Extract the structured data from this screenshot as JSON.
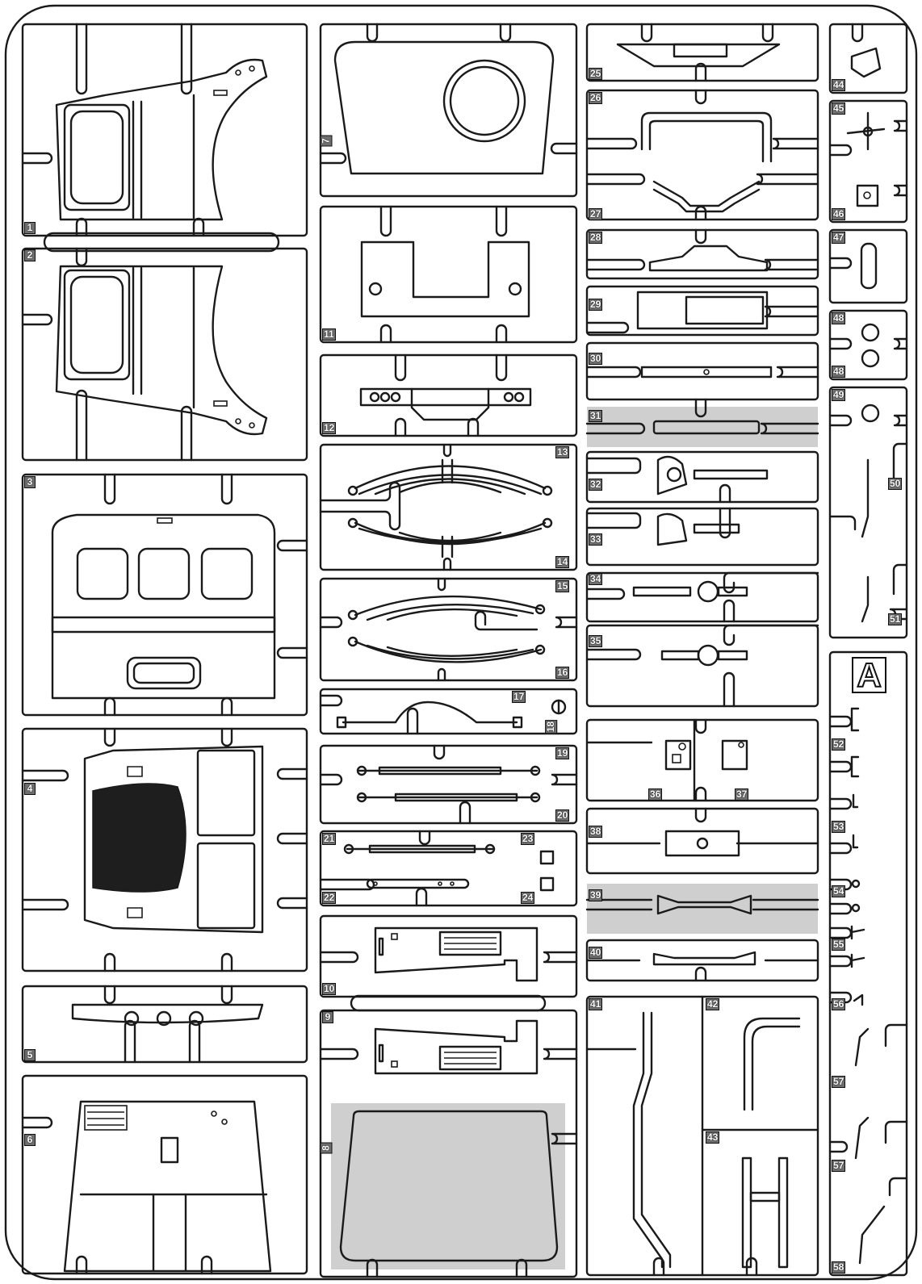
{
  "sprue": {
    "letter": "A",
    "part_numbers": {
      "p1": "1",
      "p2": "2",
      "p3": "3",
      "p4": "4",
      "p5": "5",
      "p6": "6",
      "p7": "7",
      "p8": "8",
      "p9": "9",
      "p10": "10",
      "p11": "11",
      "p12": "12",
      "p13": "13",
      "p14": "14",
      "p15": "15",
      "p16": "16",
      "p17": "17",
      "p18": "18",
      "p19": "19",
      "p20": "20",
      "p21": "21",
      "p22": "22",
      "p23": "23",
      "p24": "24",
      "p25": "25",
      "p26": "26",
      "p27": "27",
      "p28": "28",
      "p29": "29",
      "p30": "30",
      "p31": "31",
      "p32": "32",
      "p33": "33",
      "p34": "34",
      "p35": "35",
      "p36": "36",
      "p37": "37",
      "p38": "38",
      "p39": "39",
      "p40": "40",
      "p41": "41",
      "p42": "42",
      "p43": "43",
      "p44": "44",
      "p45": "45",
      "p46": "46",
      "p47": "47",
      "p48a": "48",
      "p48b": "48",
      "p49": "49",
      "p50": "50",
      "p51": "51",
      "p52": "52",
      "p53": "53",
      "p54": "54",
      "p55": "55",
      "p56": "56",
      "p57a": "57",
      "p57b": "57",
      "p58": "58"
    },
    "colors": {
      "line": "#1a1a1a",
      "highlight": "#cfcfcf",
      "tag_fill": "#6e6e6e"
    }
  }
}
